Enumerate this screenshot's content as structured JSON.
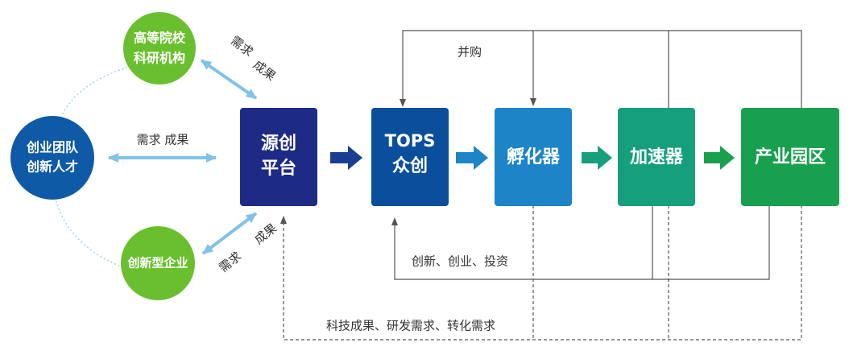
{
  "colors": {
    "green": "#6abf2e",
    "blue_dark": "#0f5aa6",
    "navy": "#1e2b86",
    "tops_blue": "#0b4f9c",
    "incubator_blue": "#1d84c7",
    "teal": "#159f7d",
    "park_green": "#19a04f",
    "arrow_light": "#7fc3e8",
    "line_dark": "#555555"
  },
  "nodes": {
    "university": {
      "line1": "高等院校",
      "line2": "科研机构"
    },
    "team": {
      "line1": "创业团队",
      "line2": "创新人才"
    },
    "enterprise": {
      "label": "创新型企业"
    },
    "source_platform": {
      "line1": "源创",
      "line2": "平台"
    },
    "tops": {
      "line1": "TOPS",
      "line2": "众创"
    },
    "incubator": {
      "label": "孵化器"
    },
    "accelerator": {
      "label": "加速器"
    },
    "industrial_park": {
      "label": "产业园区"
    }
  },
  "labels": {
    "upper_link": {
      "demand": "需求",
      "result": "成果"
    },
    "middle_link": "需求  成果",
    "lower_link": {
      "demand": "需求",
      "result": "成果"
    },
    "merger": "并购",
    "innovation": "创新、创业、投资",
    "feedback": "科技成果、研发需求、转化需求"
  }
}
